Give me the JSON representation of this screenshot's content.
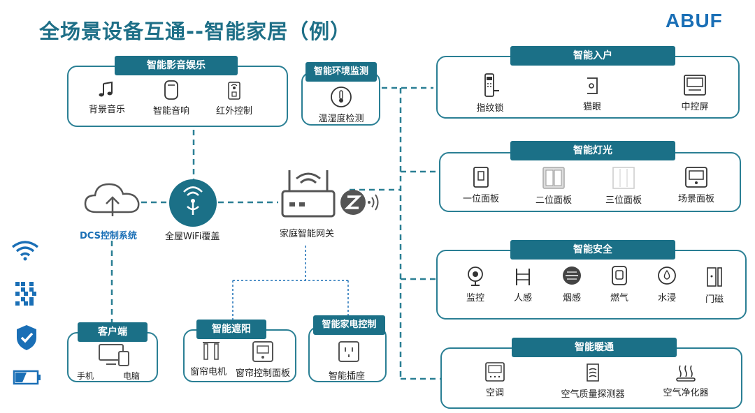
{
  "title": "全场景设备互通--智能家居（例）",
  "brand": "ABUF",
  "colors": {
    "teal": "#1b7087",
    "border": "#2a7f94",
    "blue": "#1a6fb6",
    "accent": "#e04a2a"
  },
  "center": {
    "cloud_label": "DCS控制系统",
    "wifi_label": "全屋WiFi覆盖",
    "gateway_label": "家庭智能网关"
  },
  "groups": {
    "entertainment": {
      "title": "智能影音娱乐",
      "items": [
        "背景音乐",
        "智能音响",
        "红外控制"
      ]
    },
    "env": {
      "title": "智能环境监测",
      "items": [
        "温湿度检测"
      ]
    },
    "client": {
      "title": "客户端",
      "items": [
        "手机",
        "电脑"
      ]
    },
    "shade": {
      "title": "智能遮阳",
      "items": [
        "窗帘电机",
        "窗帘控制面板"
      ]
    },
    "appliance": {
      "title": "智能家电控制",
      "items": [
        "智能插座"
      ]
    },
    "entry": {
      "title": "智能入户",
      "items": [
        "指纹锁",
        "猫眼",
        "中控屏"
      ]
    },
    "light": {
      "title": "智能灯光",
      "items": [
        "一位面板",
        "二位面板",
        "三位面板",
        "场景面板"
      ]
    },
    "security": {
      "title": "智能安全",
      "items": [
        "监控",
        "人感",
        "烟感",
        "燃气",
        "水浸",
        "门磁"
      ]
    },
    "hvac": {
      "title": "智能暖通",
      "items": [
        "空调",
        "空气质量探测器",
        "空气净化器"
      ]
    }
  },
  "side_icons": [
    "wifi-icon",
    "bluetooth-icon",
    "shield-icon",
    "battery-icon"
  ]
}
